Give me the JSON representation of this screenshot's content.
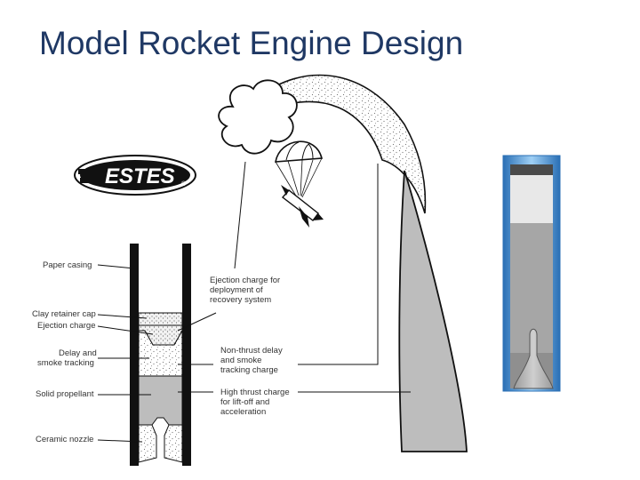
{
  "title": "Model Rocket Engine Design",
  "logo": {
    "text": "ESTES",
    "registered": "®"
  },
  "labels_left": {
    "paper_casing": "Paper casing",
    "clay_retainer_cap": "Clay retainer cap",
    "ejection_charge": "Ejection charge",
    "delay_1": "Delay and",
    "delay_2": "smoke tracking",
    "solid_propellant": "Solid propellant",
    "ceramic_nozzle": "Ceramic nozzle"
  },
  "labels_right": {
    "eject_1": "Ejection charge for",
    "eject_2": "deployment of",
    "eject_3": "recovery system",
    "nonthrust_1": "Non-thrust delay",
    "nonthrust_2": "and smoke",
    "nonthrust_3": "tracking charge",
    "high_1": "High thrust charge",
    "high_2": "for lift-off and",
    "high_3": "acceleration"
  },
  "icons": [
    "estes-logo",
    "parachute-icon",
    "rocket-icon",
    "smoke-cloud-icon"
  ],
  "colors": {
    "title": "#1f3864",
    "propellant": "#bdbdbd",
    "casing": "#111111",
    "photo_tube": "#4a8fd0"
  }
}
